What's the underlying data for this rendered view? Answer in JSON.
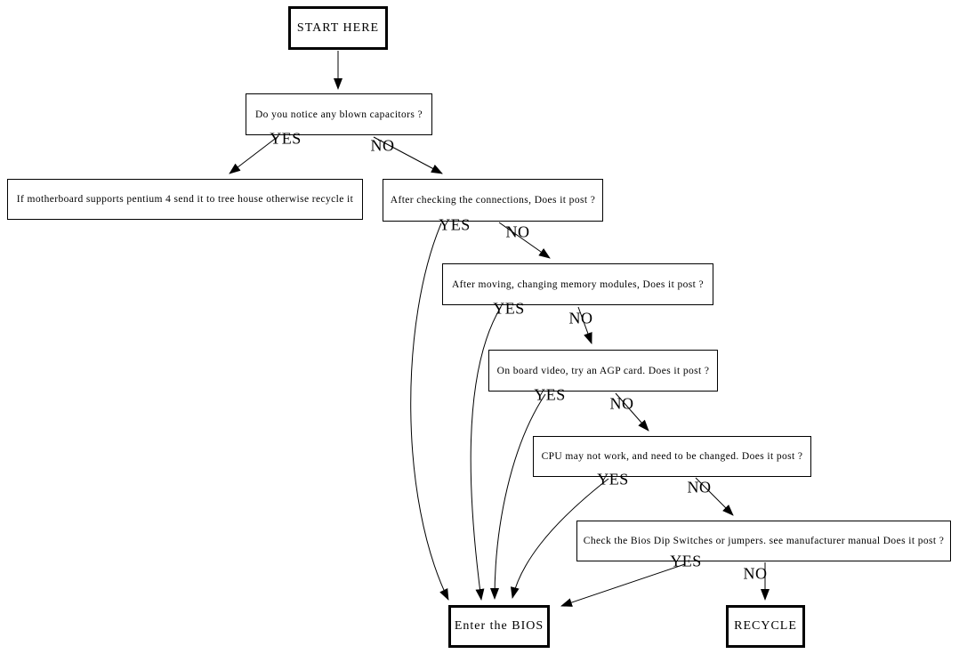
{
  "diagram": {
    "type": "flowchart",
    "subject": "Motherboard POST troubleshooting flowchart",
    "colors": {
      "background": "#ffffff",
      "line": "#000000",
      "text": "#000000",
      "node_fill": "#ffffff"
    },
    "nodes": [
      {
        "id": "start",
        "type": "terminal",
        "label": "START HERE"
      },
      {
        "id": "capacitors",
        "type": "decision",
        "label": "Do you notice any blown capacitors ?"
      },
      {
        "id": "pentium",
        "type": "process",
        "label": "If motherboard supports pentium 4 send it to tree house otherwise recycle it"
      },
      {
        "id": "connections",
        "type": "decision",
        "label": "After checking the connections, Does it post ?"
      },
      {
        "id": "memory",
        "type": "decision",
        "label": "After moving, changing memory modules, Does it post ?"
      },
      {
        "id": "video",
        "type": "decision",
        "label": "On board video, try an AGP card. Does it post ?"
      },
      {
        "id": "cpu",
        "type": "decision",
        "label": "CPU may not work, and need to be changed. Does it post ?"
      },
      {
        "id": "dip",
        "type": "decision",
        "label": "Check the Bios Dip Switches or jumpers. see manufacturer manual Does it post ?"
      },
      {
        "id": "bios",
        "type": "terminal",
        "label": "Enter the BIOS"
      },
      {
        "id": "recycle",
        "type": "terminal",
        "label": "RECYCLE"
      }
    ],
    "edges": [
      {
        "from": "start",
        "to": "capacitors",
        "label": ""
      },
      {
        "from": "capacitors",
        "to": "pentium",
        "label": "YES"
      },
      {
        "from": "capacitors",
        "to": "connections",
        "label": "NO"
      },
      {
        "from": "connections",
        "to": "bios",
        "label": "YES"
      },
      {
        "from": "connections",
        "to": "memory",
        "label": "NO"
      },
      {
        "from": "memory",
        "to": "bios",
        "label": "YES"
      },
      {
        "from": "memory",
        "to": "video",
        "label": "NO"
      },
      {
        "from": "video",
        "to": "bios",
        "label": "YES"
      },
      {
        "from": "video",
        "to": "cpu",
        "label": "NO"
      },
      {
        "from": "cpu",
        "to": "bios",
        "label": "YES"
      },
      {
        "from": "cpu",
        "to": "dip",
        "label": "NO"
      },
      {
        "from": "dip",
        "to": "bios",
        "label": "YES"
      },
      {
        "from": "dip",
        "to": "recycle",
        "label": "NO"
      }
    ]
  }
}
